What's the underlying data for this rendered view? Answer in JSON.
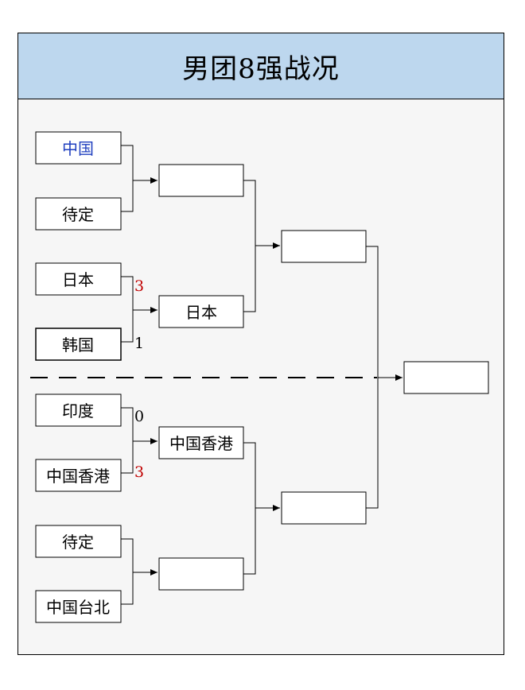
{
  "title": "男团8强战况",
  "colors": {
    "header_bg": "#bdd7ee",
    "winner_score": "#c00000",
    "highlight_team": "#1f3fbf"
  },
  "round1": [
    {
      "team": "中国",
      "highlight": true,
      "score": ""
    },
    {
      "team": "待定",
      "highlight": false,
      "score": ""
    },
    {
      "team": "日本",
      "highlight": false,
      "score": "3",
      "winner": true
    },
    {
      "team": "韩国",
      "highlight": false,
      "score": "1",
      "winner": false
    },
    {
      "team": "印度",
      "highlight": false,
      "score": "0",
      "winner": false
    },
    {
      "team": "中国香港",
      "highlight": false,
      "score": "3",
      "winner": true
    },
    {
      "team": "待定",
      "highlight": false,
      "score": ""
    },
    {
      "team": "中国台北",
      "highlight": false,
      "score": ""
    }
  ],
  "semifinal": [
    "",
    "日本",
    "中国香港",
    ""
  ],
  "final": [
    "",
    ""
  ],
  "champion": ""
}
